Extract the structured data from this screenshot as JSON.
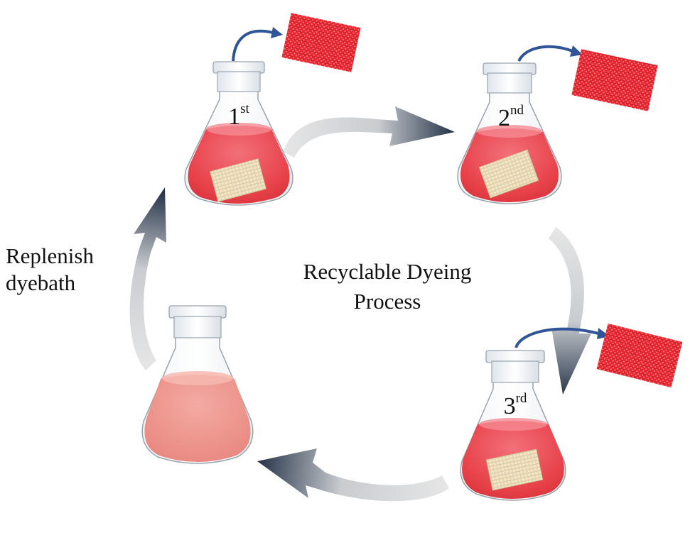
{
  "diagram": {
    "title_line1": "Recyclable Dyeing",
    "title_line2": "Process",
    "side_label_line1": "Replenish",
    "side_label_line2": "dyebath",
    "cycles": [
      {
        "num": "1",
        "suffix": "st"
      },
      {
        "num": "2",
        "suffix": "nd"
      },
      {
        "num": "3",
        "suffix": "rd"
      }
    ]
  },
  "colors": {
    "dye_red": "#e8424a",
    "dye_pale": "#ec9088",
    "fabric_red": "#e8262f",
    "arrow_blue": "#2f5597",
    "cycle_arrow_dark": "#243247",
    "cycle_arrow_light": "#dadada",
    "fabric_beige": "#efe2c2"
  }
}
